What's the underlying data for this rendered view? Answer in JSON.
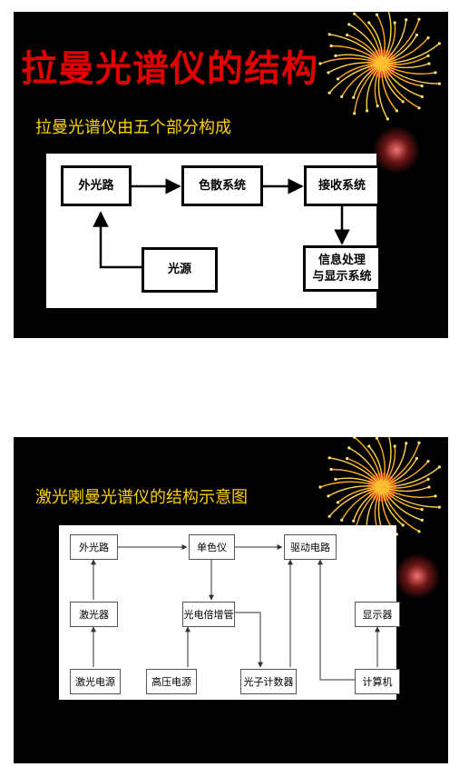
{
  "slides": [
    {
      "title": "拉曼光谱仪的结构",
      "subtitle": "拉曼光谱仪由五个部分构成",
      "diagram": {
        "outer_path": "外光路",
        "dispersion": "色散系统",
        "receiver": "接收系统",
        "light_source": "光源",
        "processing_line1": "信息处理",
        "processing_line2": "与显示系统"
      }
    },
    {
      "subtitle": "激光喇曼光谱仪的结构示意图",
      "diagram": {
        "outer_path": "外光路",
        "monochromator": "单色仪",
        "drive_circuit": "驱动电路",
        "laser": "激光器",
        "pmt": "光电倍增管",
        "display": "显示器",
        "laser_power": "激光电源",
        "hv_power": "高压电源",
        "photon_counter": "光子计数器",
        "computer": "计算机"
      }
    }
  ],
  "colors": {
    "slide_background": "#000000",
    "title": "#e00000",
    "subtitle": "#ffd000",
    "firework_orange": "#ffae1a",
    "firework_red": "#d81010"
  }
}
